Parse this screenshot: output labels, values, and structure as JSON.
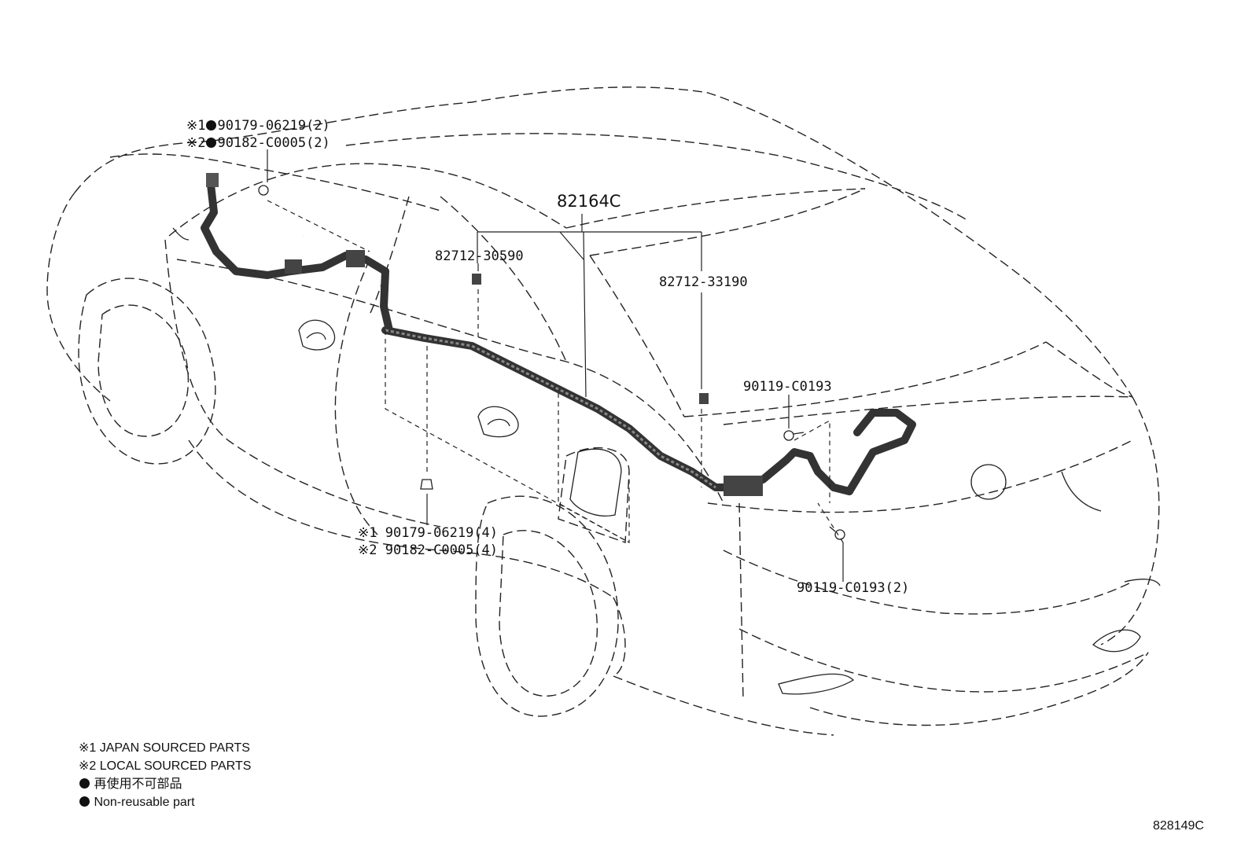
{
  "part_labels": {
    "harness": "82164C",
    "clip_a": "82712-30590",
    "clip_b": "82712-33190",
    "bolt_a": "90119-C0193",
    "bolt_b": "90119-C0193(2)"
  },
  "callout_top": {
    "line1_mark": "※1",
    "line1_part": "90179-06219(2)",
    "line2_mark": "※2",
    "line2_part": "90182-C0005(2)"
  },
  "callout_bottom": {
    "line1_mark": "※1",
    "line1_part": "90179-06219(4)",
    "line2_mark": "※2",
    "line2_part": "90182-C0005(4)"
  },
  "legend": {
    "japan": "※1 JAPAN SOURCED PARTS",
    "local": "※2 LOCAL SOURCED PARTS",
    "non_reusable_jp": "再使用不可部品",
    "non_reusable_en": "Non-reusable part"
  },
  "diagram_id": "828149C"
}
